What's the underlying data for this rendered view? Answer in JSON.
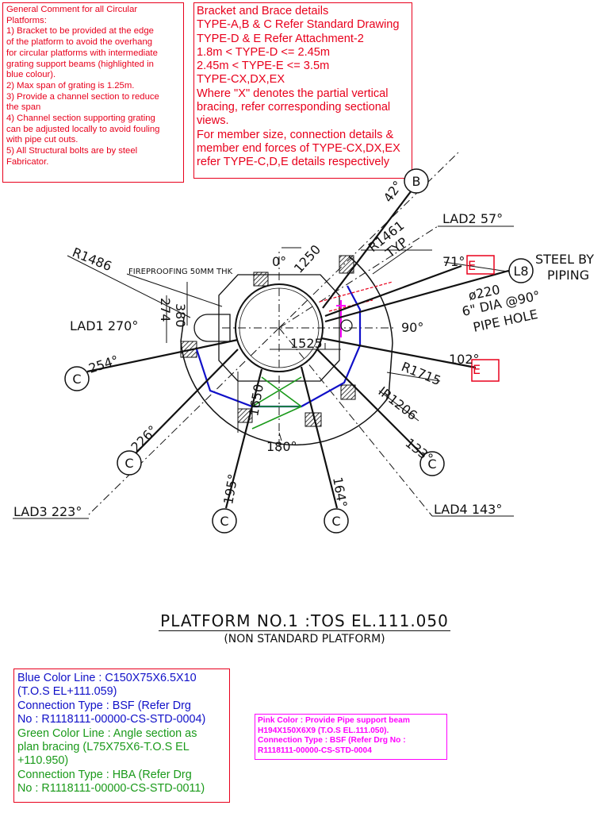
{
  "general_note": {
    "lines": [
      "General Comment for all Circular",
      "Platforms:",
      "1) Bracket to be provided at the edge",
      "of the platform to avoid the overhang",
      "for circular platforms with intermediate",
      "grating support beams (highlighted in",
      "blue colour).",
      "2) Max span of grating is 1.25m.",
      "3) Provide a channel section to reduce",
      "the span",
      "4) Channel section supporting grating",
      "can be adjusted locally to avoid fouling",
      "with pipe cut outs.",
      "5) All Structural bolts are by steel",
      "Fabricator."
    ]
  },
  "bracket_note": {
    "lines": [
      "Bracket and Brace details",
      "TYPE-A,B & C Refer Standard Drawing",
      "TYPE-D & E Refer Attachment-2",
      "1.8m < TYPE-D <= 2.45m",
      "2.45m < TYPE-E <= 3.5m",
      "TYPE-CX,DX,EX",
      "Where \"X\" denotes the partial vertical",
      "bracing, refer corresponding sectional",
      "views.",
      "For member size, connection details  &",
      "member end forces of TYPE-CX,DX,EX",
      "refer TYPE-C,D,E details respectively"
    ]
  },
  "drawing": {
    "labels": {
      "r1486": "R1486",
      "fireproofing": "FIREPROOFING 50MM THK",
      "zero_deg": "0°",
      "dim_1250": "1250",
      "r1461": "R1461",
      "typ": "TYP",
      "lad2": "LAD2  57°",
      "angle_42": "42°",
      "angle_71": "71°",
      "steel_by": "STEEL BY",
      "piping": "PIPING",
      "pipe_dia": "ø220",
      "pipe_size": "6\" DIA @90°",
      "pipe_hole": "PIPE HOLE",
      "dim_380": "380",
      "dim_274": "274",
      "lad1": "LAD1  270°",
      "ninety_deg": "90°",
      "dim_1525": "1525",
      "angle_102": "102°",
      "r1715": "R1715",
      "ir1206": "IR1206",
      "angle_254": "254°",
      "dim_1650": "1650",
      "angle_133": "133°",
      "angle_226": "226°",
      "one_eighty": "180°",
      "angle_195": "195°",
      "angle_164": "164°",
      "lad3": "LAD3  223°",
      "lad4": "LAD4  143°"
    },
    "bubbles": {
      "b": "B",
      "l8": "L8",
      "c254": "C",
      "c226": "C",
      "c195": "C",
      "c164": "C",
      "c133": "C",
      "e71": "E",
      "e102": "E"
    },
    "colors": {
      "blue_beam": "#1010c8",
      "green_brace": "#1a9a1a",
      "pink_beam": "#ff00ff",
      "note_red": "#e8001c"
    }
  },
  "title": {
    "main": "PLATFORM NO.1 :TOS EL.111.050",
    "sub": "(NON STANDARD PLATFORM)"
  },
  "legend_blue_green": {
    "lines": [
      "Blue Color Line : C150X75X6.5X10",
      "(T.O.S EL+111.059)",
      "Connection Type : BSF (Refer Drg",
      "No : R1118111-00000-CS-STD-0004)",
      "Green Color Line : Angle section as",
      "plan bracing (L75X75X6-T.O.S EL",
      "+110.950)",
      "Connection Type : HBA (Refer Drg",
      "No : R1118111-00000-CS-STD-0011)"
    ]
  },
  "legend_pink": {
    "lines": [
      "Pink Color : Provide Pipe support beam",
      "H194X150X6X9 (T.O.S EL.111.050).",
      "Connection Type : BSF (Refer Drg No :",
      "R1118111-00000-CS-STD-0004"
    ]
  }
}
